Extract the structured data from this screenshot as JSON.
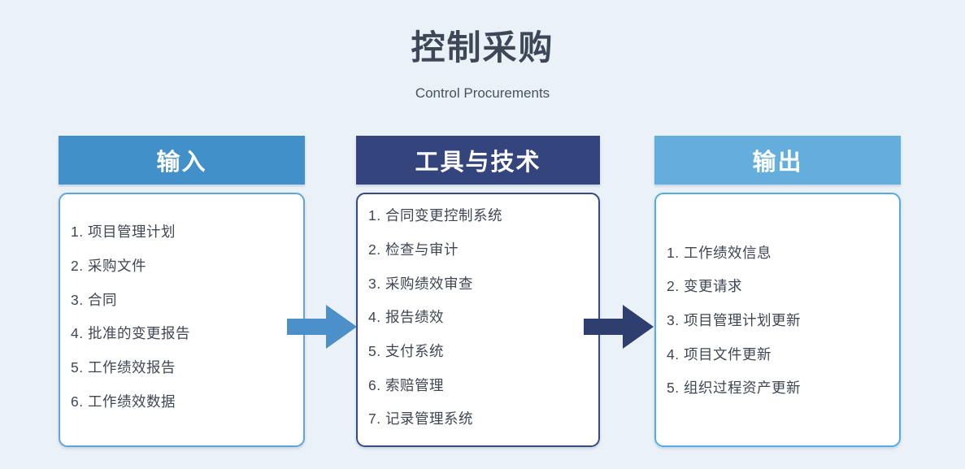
{
  "page": {
    "title": "控制采购",
    "subtitle": "Control Procurements"
  },
  "colors": {
    "background": "#eaf2f7",
    "title_text": "#3d4757",
    "card_bg": "#ffffff",
    "list_text": "#3f4654",
    "header_text": "#ffffff",
    "inputs_header_bg": "#4290c9",
    "tools_header_bg": "#34457e",
    "outputs_header_bg": "#63aedd",
    "inputs_border": "#62a5da",
    "tools_border": "#3a4a80",
    "outputs_border": "#55ace3",
    "arrow_inputs_to_tools": "#4b90c8",
    "arrow_tools_to_outputs": "#2d3e6f"
  },
  "columns": [
    {
      "id": "inputs",
      "header": "输入",
      "items": [
        "1. 项目管理计划",
        "2. 采购文件",
        "3. 合同",
        "4. 批准的变更报告",
        "5. 工作绩效报告",
        "6. 工作绩效数据"
      ]
    },
    {
      "id": "tools",
      "header": "工具与技术",
      "items": [
        "1. 合同变更控制系统",
        "2. 检查与审计",
        "3. 采购绩效审查",
        "4. 报告绩效",
        "5. 支付系统",
        "6. 索赔管理",
        "7. 记录管理系统"
      ]
    },
    {
      "id": "outputs",
      "header": "输出",
      "items": [
        "1. 工作绩效信息",
        "2. 变更请求",
        "3. 项目管理计划更新",
        "4. 项目文件更新",
        "5. 组织过程资产更新"
      ]
    }
  ],
  "arrows": [
    {
      "name": "arrow-inputs-to-tools",
      "direction": "right"
    },
    {
      "name": "arrow-tools-to-outputs",
      "direction": "right"
    }
  ]
}
